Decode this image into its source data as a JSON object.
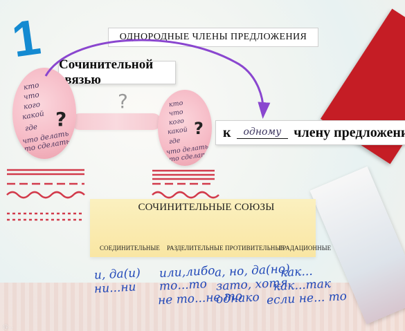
{
  "image": {
    "big_number": "1",
    "title": "ОДНОРОДНЫЕ ЧЛЕНЫ ПРЕДЛОЖЕНИЯ",
    "coordination_strip": "Сочинительной связью",
    "question_mark": "?",
    "to_member_strip": {
      "prefix": "к",
      "handwritten": "одному",
      "suffix": "члену предложения"
    },
    "left_oval_words": [
      "кто",
      "что",
      "кого",
      "какой",
      "где",
      "что делать",
      "что сделать"
    ],
    "right_oval_words": [
      "кто",
      "что",
      "кого",
      "какой",
      "где",
      "что делать",
      "что сделать"
    ],
    "conjunctions": {
      "title": "СОЧИНИТЕЛЬНЫЕ СОЮЗЫ",
      "categories": [
        "СОЕДИНИТЕЛЬНЫЕ",
        "РАЗДЕЛИТЕЛЬНЫЕ",
        "ПРОТИВИТЕЛЬНЫЕ",
        "ГРАДАЦИОННЫЕ"
      ],
      "examples": [
        [
          "и, да(и)",
          "ни...ни"
        ],
        [
          "или,либо",
          "то...то",
          "не то...не то"
        ],
        [
          "а, но, да(но)",
          "зато, хотя",
          "однако"
        ],
        [
          "как...",
          "как...так",
          "если не... то"
        ]
      ]
    },
    "caption": "@..."
  }
}
